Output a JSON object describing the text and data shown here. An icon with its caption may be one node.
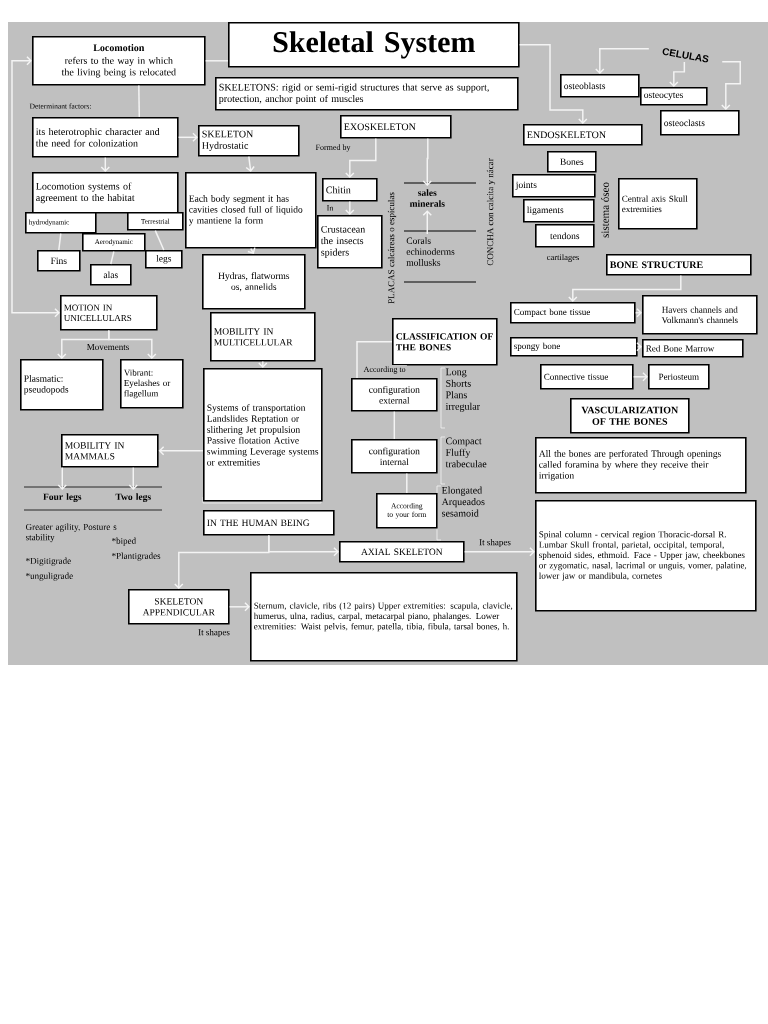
{
  "diagram": {
    "nodes": [
      {
        "text": [
          "Skeletal System"
        ]
      },
      {
        "text": [
          "Locomotion",
          "refers to the way in which the living being is relocated"
        ]
      },
      {
        "text": [
          "SKELETONS: rigid or semi-rigid structures that serve as support, protection, anchor point of muscles"
        ]
      },
      {
        "text": [
          "its heterotrophic character and the need for colonization"
        ]
      },
      {
        "text": [
          "SKELETON Hydrostatic"
        ]
      },
      {
        "text": [
          "EXOSKELETON"
        ]
      },
      {
        "text": [
          "CELULAS"
        ]
      },
      {
        "text": [
          "osteoblasts"
        ]
      },
      {
        "text": [
          "osteocytes"
        ]
      },
      {
        "text": [
          "osteoclasts"
        ]
      },
      {
        "text": [
          "ENDOSKELETON"
        ]
      },
      {
        "text": [
          "Locomotion systems of agreement to the habitat"
        ]
      },
      {
        "text": [
          "Each body segment it has cavities closed full of liquido y mantiene la form"
        ]
      },
      {
        "text": [
          "Chitin"
        ]
      },
      {
        "text": [
          "sales minerals"
        ]
      },
      {
        "text": [
          "Bones"
        ]
      },
      {
        "text": [
          "joints"
        ]
      },
      {
        "text": [
          "ligaments"
        ]
      },
      {
        "text": [
          "tendons"
        ]
      },
      {
        "text": [
          "Central axis Skull extremities"
        ]
      },
      {
        "text": [
          "hydrodynamic"
        ]
      },
      {
        "text": [
          "Terrestrial"
        ]
      },
      {
        "text": [
          "Aerodynamic"
        ]
      },
      {
        "text": [
          "Crustacean the insects spiders"
        ]
      },
      {
        "text": [
          "Corals echinoderms mollusks"
        ]
      },
      {
        "text": [
          "Fins"
        ]
      },
      {
        "text": [
          "legs"
        ]
      },
      {
        "text": [
          "alas"
        ]
      },
      {
        "text": [
          "Hydras, flatworms os, annelids"
        ]
      },
      {
        "text": [
          "BONE STRUCTURE"
        ]
      },
      {
        "text": [
          "MOTION IN UNICELLULARS"
        ]
      },
      {
        "text": [
          "MOBILITY IN MULTICELLULAR"
        ]
      },
      {
        "text": [
          "Compact bone tissue"
        ]
      },
      {
        "text": [
          "Havers channels and Volkmann's channels"
        ]
      },
      {
        "text": [
          "CLASSIFICATION OF THE BONES"
        ]
      },
      {
        "text": [
          "spongy bone"
        ]
      },
      {
        "text": [
          "Red Bone Marrow"
        ]
      },
      {
        "text": [
          "Plasmatic: pseudopods"
        ]
      },
      {
        "text": [
          "Vibrant: Eyelashes or flagellum"
        ]
      },
      {
        "text": [
          "Systems of transportation Landslides Reptation or slithering Jet propulsion Passive flotation Active swimming Leverage systems or extremities"
        ]
      },
      {
        "text": [
          "Connective tissue"
        ]
      },
      {
        "text": [
          "Periosteum"
        ]
      },
      {
        "text": [
          "configuration external"
        ]
      },
      {
        "text": [
          "VASCULARIZATION OF THE BONES"
        ]
      },
      {
        "text": [
          "MOBILITY IN MAMMALS"
        ]
      },
      {
        "text": [
          "configuration internal"
        ]
      },
      {
        "text": [
          "All the bones are perforated Through openings called foramina by where they receive their irrigation"
        ]
      },
      {
        "text": [
          "Four legs"
        ]
      },
      {
        "text": [
          "Two legs"
        ]
      },
      {
        "text": [
          "According to your form"
        ]
      },
      {
        "text": [
          "Spinal column - cervical region Thoracic-dorsal R. Lumbar Skull frontal, parietal, occipital, temporal, sphenoid sides, ethmoid. Face - Upper jaw, cheekbones or zygomatic, nasal, lacrimal or unguis, vomer, palatine, lower jaw or mandibula, cornetes"
        ]
      },
      {
        "text": [
          "IN THE HUMAN BEING"
        ]
      },
      {
        "text": [
          "AXIAL SKELETON"
        ]
      },
      {
        "text": [
          "Sternum, clavicle, ribs (12 pairs) Upper extremities: scapula, clavicle, humerus, ulna, radius, carpal, metacarpal piano, phalanges. Lower extremities: Waist pelvis, femur, patella, tibia, fibula, tarsal bones, h."
        ]
      },
      {
        "text": [
          "SKELETON APPENDICULAR"
        ]
      }
    ],
    "edges": [
      {
        "from": 1,
        "to": 0,
        "arrow": "none"
      },
      {
        "from": 1,
        "to": 30,
        "arrow": "both"
      },
      {
        "from": 1,
        "to": 3,
        "arrow": "none"
      },
      {
        "from": 3,
        "to": 4,
        "arrow": "to"
      },
      {
        "from": 3,
        "to": 11,
        "arrow": "to"
      },
      {
        "from": 20,
        "to": 25,
        "arrow": "none"
      },
      {
        "from": 21,
        "to": 26,
        "arrow": "none"
      },
      {
        "from": 22,
        "to": 27,
        "arrow": "none"
      },
      {
        "from": 4,
        "to": 12,
        "arrow": "to"
      },
      {
        "from": 12,
        "to": 28,
        "arrow": "to"
      },
      {
        "from": 5,
        "to": 13,
        "arrow": "to",
        "label": "Formed by"
      },
      {
        "from": 13,
        "to": 23,
        "arrow": "to",
        "label": "In"
      },
      {
        "from": 5,
        "to": 14,
        "arrow": "to"
      },
      {
        "from": 24,
        "to": 14,
        "arrow": "to"
      },
      {
        "from": 0,
        "to": 10,
        "arrow": "to"
      },
      {
        "from": 6,
        "to": 7,
        "arrow": "to"
      },
      {
        "from": 6,
        "to": 8,
        "arrow": "to"
      },
      {
        "from": 6,
        "to": 9,
        "arrow": "to"
      },
      {
        "from": 29,
        "to": 32,
        "arrow": "to"
      },
      {
        "from": 32,
        "to": 33,
        "arrow": "to"
      },
      {
        "from": 35,
        "to": 36,
        "arrow": "to"
      },
      {
        "from": 40,
        "to": 41,
        "arrow": "to"
      },
      {
        "from": 30,
        "to": 37,
        "arrow": "to"
      },
      {
        "from": 30,
        "to": 38,
        "arrow": "to"
      },
      {
        "from": 31,
        "to": 39,
        "arrow": "to"
      },
      {
        "from": 39,
        "to": 44,
        "arrow": "to"
      },
      {
        "from": 44,
        "to": 47,
        "arrow": "to"
      },
      {
        "from": 44,
        "to": 48,
        "arrow": "to"
      },
      {
        "from": 51,
        "to": 52,
        "arrow": "to"
      },
      {
        "from": 51,
        "to": 54,
        "arrow": "to"
      },
      {
        "from": 52,
        "to": 50,
        "arrow": "to",
        "label": "It shapes"
      },
      {
        "from": 54,
        "to": 53,
        "arrow": "to",
        "label": "It shapes"
      },
      {
        "from": 34,
        "to": 42,
        "arrow": "none",
        "label": "According to"
      },
      {
        "from": 42,
        "to": 45,
        "arrow": "none"
      },
      {
        "from": 45,
        "to": 49,
        "arrow": "none"
      }
    ],
    "labels": [
      "Determinant factors:",
      "PLACAS calcáreas o espículas",
      "CONCHA con calcita y nácar",
      "sistema óseo",
      "cartilages",
      "Movements",
      "Long Shorts Plans irregular",
      "Compact Fluffy trabeculae",
      "Elongated Arqueados sesamoid",
      "Greater agility, Posture s stability",
      "*biped",
      "*Plantigrades",
      "*Digitigrade",
      "*unguligrade"
    ]
  }
}
